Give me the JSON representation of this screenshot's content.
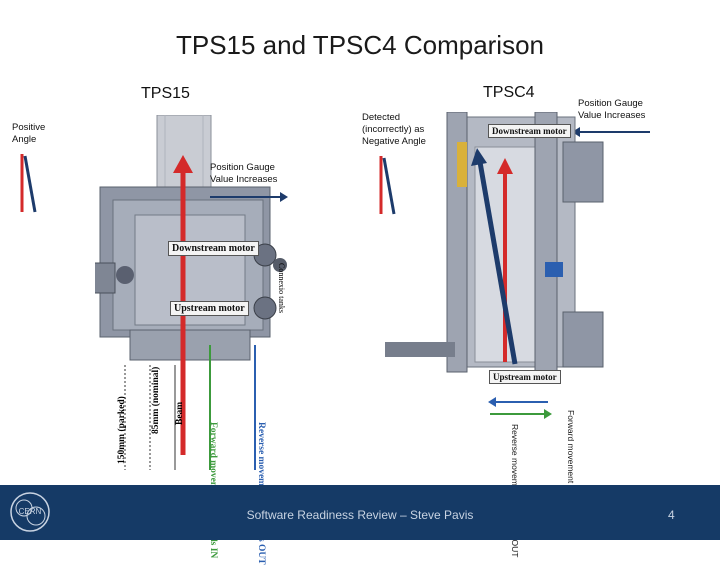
{
  "title": "TPS15 and TPSC4 Comparison",
  "left": {
    "heading": "TPS15",
    "positive_angle": [
      "Positive",
      "Angle"
    ],
    "gauge_note": [
      "Position Gauge",
      "Value Increases"
    ],
    "downstream_motor": "Downstream motor",
    "upstream_motor": "Upstream motor",
    "side_tag": "Connexio tanks",
    "vertical_labels": {
      "beam": "Beam",
      "beam_nominal": "85mm (nominal)",
      "beam_parked": "150mm (parked)",
      "forward": "Forward movement = towards IN",
      "reverse": "Reverse movement = towards OUT"
    }
  },
  "right": {
    "heading": "TPSC4",
    "detected_note": [
      "Detected",
      "(incorrectly) as",
      "Negative Angle"
    ],
    "gauge_note": [
      "Position Gauge",
      "Value Increases"
    ],
    "downstream_motor": "Downstream motor",
    "upstream_motor": "Upstream motor",
    "vertical_labels": {
      "forward": "Forward movement = towards IN",
      "reverse": "Reverse movement = towards OUT"
    }
  },
  "footer": {
    "text": "Software Readiness Review – Steve Pavis",
    "page": "4",
    "logo_text": "CERN"
  },
  "colors": {
    "footer_bg": "#153a66",
    "red_arrow": "#d42a2a",
    "dark_blue_arrow": "#1d3b6b",
    "green_arrow": "#3c9a3c",
    "blue_arrow": "#2b5fb0"
  }
}
